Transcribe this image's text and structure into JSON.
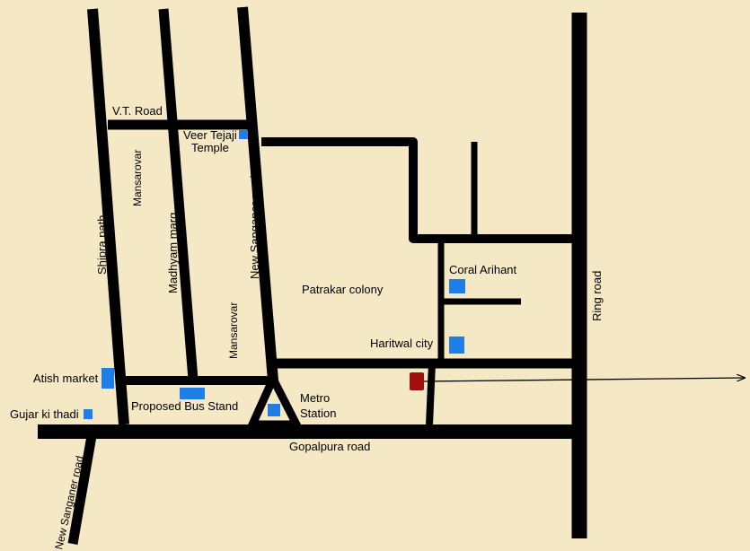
{
  "roads": {
    "vt_road": "V.T. Road",
    "mansarovar_1": "Mansarovar",
    "madhyam_marg": "Madhyam marg",
    "shipra_path": "Shipra path",
    "mansarovar_2": "Mansarovar",
    "new_sanganer_road_1": "New Sanganer road",
    "ring_road": "Ring road",
    "gopalpura_road": "Gopalpura road",
    "new_sanganer_road_2": "New Sanganer road"
  },
  "places": {
    "veer_tejaji_1": "Veer Tejaji",
    "veer_tejaji_2": "Temple",
    "patrakar_colony": "Patrakar colony",
    "coral_arihant": "Coral Arihant",
    "haritwal_city": "Haritwal city",
    "atish_market": "Atish market",
    "gujar_ki_thadi": "Gujar ki thadi",
    "proposed_bus_stand": "Proposed Bus Stand",
    "metro_1": "Metro",
    "metro_2": "Station"
  },
  "colors": {
    "background": "#f5e8c4",
    "road": "#000000",
    "landmark": "#1e7fe8",
    "site": "#a30f0f"
  }
}
